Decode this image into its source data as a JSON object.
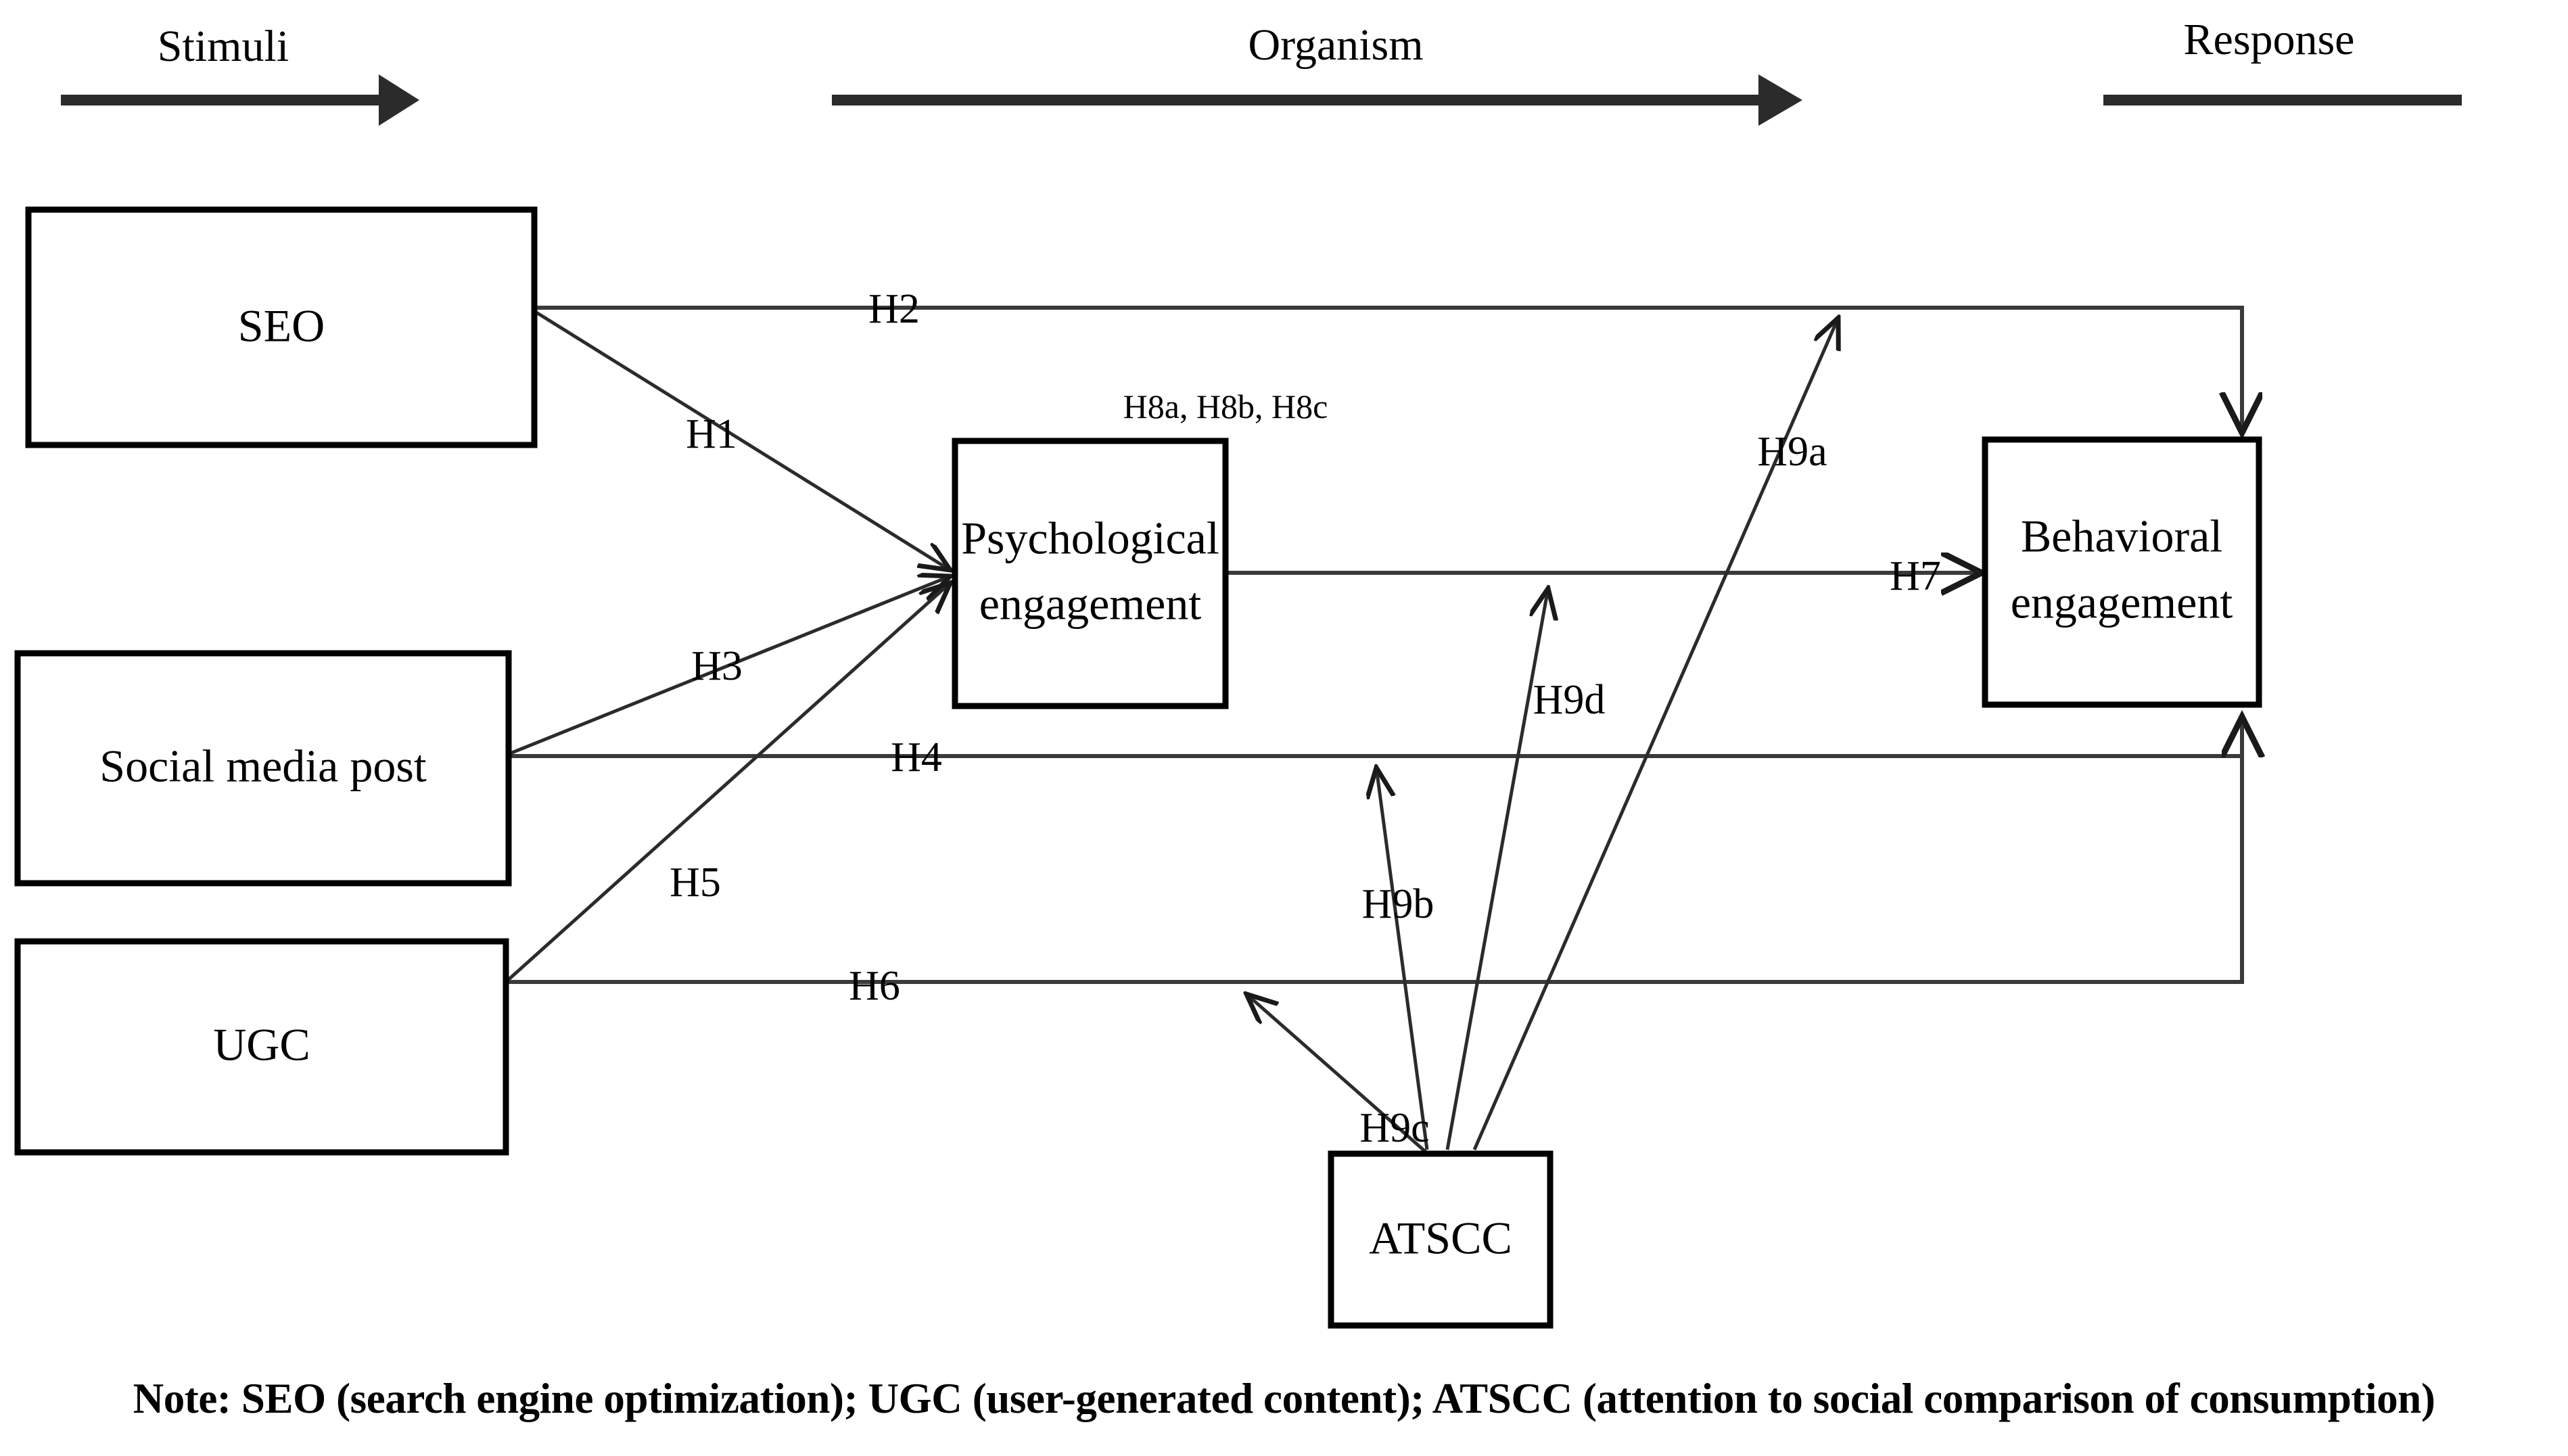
{
  "figure": {
    "type": "conceptual-model-diagram",
    "note": "Note: SEO (search engine optimization); UGC (user-generated content); ATSCC (attention to social comparison of consumption)"
  },
  "phases": [
    {
      "id": "stimuli",
      "label": "Stimuli"
    },
    {
      "id": "organism",
      "label": "Organism"
    },
    {
      "id": "response",
      "label": "Response"
    }
  ],
  "constructs": [
    {
      "id": "seo",
      "label": "SEO",
      "line1": "SEO",
      "line2": ""
    },
    {
      "id": "smpost",
      "label": "Social media post",
      "line1": "Social media post",
      "line2": ""
    },
    {
      "id": "ugc",
      "label": "UGC",
      "line1": "UGC",
      "line2": ""
    },
    {
      "id": "psych",
      "label": "Psychological engagement",
      "line1": "Psychological",
      "line2": "engagement"
    },
    {
      "id": "behavioral",
      "label": "Behavioral engagement",
      "line1": "Behavioral",
      "line2": "engagement"
    },
    {
      "id": "atscc",
      "label": "ATSCC",
      "line1": "ATSCC",
      "line2": ""
    }
  ],
  "hypotheses": [
    {
      "id": "h1",
      "label": "H1",
      "from": "SEO",
      "to": "Psychological engagement"
    },
    {
      "id": "h2",
      "label": "H2",
      "from": "SEO",
      "to": "Behavioral engagement"
    },
    {
      "id": "h3",
      "label": "H3",
      "from": "Social media post",
      "to": "Psychological engagement"
    },
    {
      "id": "h4",
      "label": "H4",
      "from": "Social media post",
      "to": "Behavioral engagement"
    },
    {
      "id": "h5",
      "label": "H5",
      "from": "UGC",
      "to": "Psychological engagement"
    },
    {
      "id": "h6",
      "label": "H6",
      "from": "UGC",
      "to": "Behavioral engagement"
    },
    {
      "id": "h7",
      "label": "H7",
      "from": "Psychological engagement",
      "to": "Behavioral engagement"
    },
    {
      "id": "h8",
      "label": "H8a, H8b, H8c",
      "from": "Stimuli",
      "to": "Psychological engagement"
    },
    {
      "id": "h9a",
      "label": "H9a",
      "from": "ATSCC",
      "to": "H2 path"
    },
    {
      "id": "h9b",
      "label": "H9b",
      "from": "ATSCC",
      "to": "H4 path"
    },
    {
      "id": "h9c",
      "label": "H9c",
      "from": "ATSCC",
      "to": "H6 path"
    },
    {
      "id": "h9d",
      "label": "H9d",
      "from": "ATSCC",
      "to": "H7 path"
    }
  ],
  "colors": {
    "stroke": "#000000",
    "connector": "#3a3a3a",
    "background": "#ffffff"
  }
}
